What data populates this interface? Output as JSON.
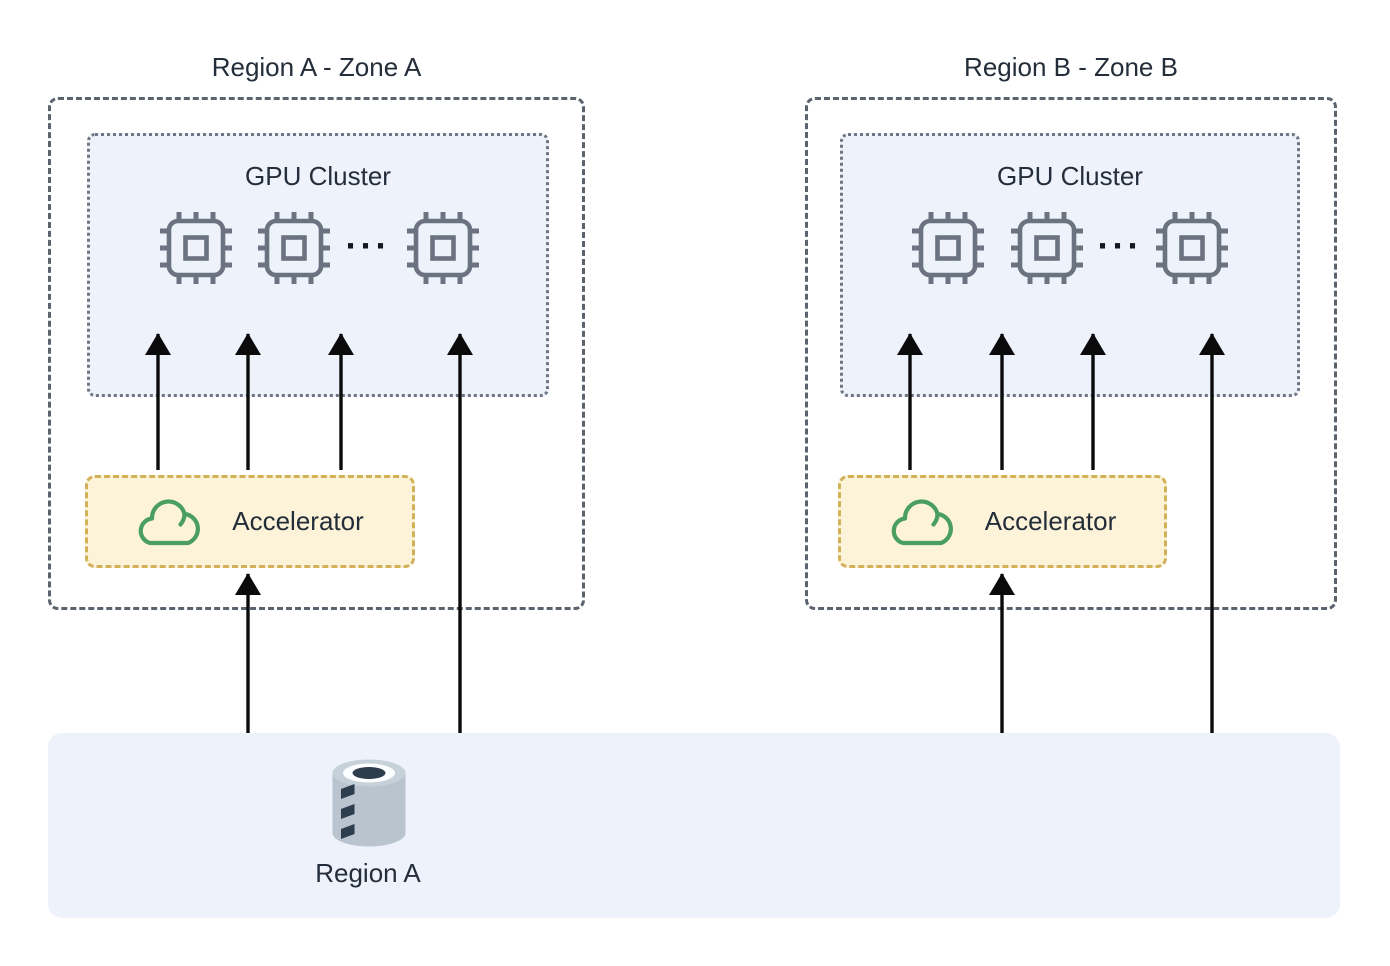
{
  "regions": [
    {
      "title": "Region A - Zone A",
      "cluster_label": "GPU Cluster",
      "gpu_chips_shown": 3,
      "ellipsis": "···",
      "accelerator_label": "Accelerator",
      "arrows_accelerator_to_cluster": 3,
      "arrows_storage_to_cluster": 1,
      "arrows_storage_to_accelerator": 1
    },
    {
      "title": "Region B - Zone B",
      "cluster_label": "GPU Cluster",
      "gpu_chips_shown": 3,
      "ellipsis": "···",
      "accelerator_label": "Accelerator",
      "arrows_accelerator_to_cluster": 3,
      "arrows_storage_to_cluster": 1,
      "arrows_storage_to_accelerator": 1
    }
  ],
  "storage": {
    "label": "Region A"
  },
  "colors": {
    "cluster_fill": "#edf2fb",
    "storage_bar_fill": "#edf2fb",
    "accelerator_fill": "#fcf3d8",
    "accelerator_border": "#d2b159",
    "region_border": "#5b636e",
    "cluster_border": "#6e7683",
    "chip_gray": "#6b7380",
    "cloud_green": "#4a9e5f",
    "arrow_black": "#0b0b0b",
    "text_dark": "#242e3a",
    "db_body": "#b9c4ce",
    "db_dark": "#2d3d4e"
  }
}
